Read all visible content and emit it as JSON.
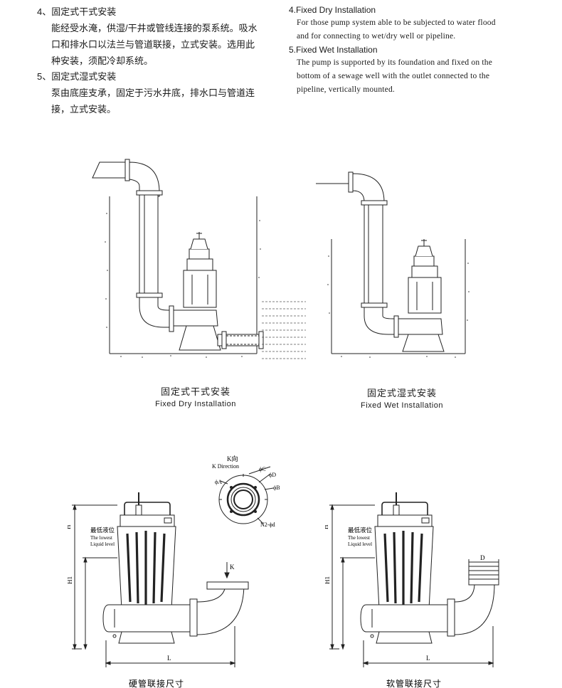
{
  "zh": {
    "item4_title": "4、固定式干式安装",
    "item4_lines": [
      "能经受水淹，供湿/干井或管线连接的泵系统。吸水",
      "口和排水口以法兰与管道联接，立式安装。选用此",
      "种安装，须配冷却系统。"
    ],
    "item5_title": "5、固定式湿式安装",
    "item5_lines": [
      "泵由底座支承，固定于污水井底，排水口与管道连",
      "接，立式安装。"
    ]
  },
  "en": {
    "item4_title": "4.Fixed Dry Installation",
    "item4_lines": [
      "For those pump system able to be subjected to water flood",
      "and for connecting to wet/dry well or pipeline."
    ],
    "item5_title": "5.Fixed Wet Installation",
    "item5_lines": [
      "The pump is supported by its foundation and fixed on the",
      "bottom of a sewage well with the outlet connected to the",
      "pipeline, vertically mounted."
    ]
  },
  "figures": {
    "dry": {
      "caption_zh": "固定式干式安装",
      "caption_en": "Fixed Dry Installation"
    },
    "wet": {
      "caption_zh": "固定式湿式安装",
      "caption_en": "Fixed Wet Installation"
    },
    "k_view": {
      "title_zh": "K向",
      "title_en": "K Direction",
      "phi_a": "ϕA",
      "phi_b": "ϕB",
      "phi_c": "ϕC",
      "phi_d": "ϕD",
      "bolts": "N2-ϕd"
    },
    "hard": {
      "caption_zh": "硬管联接尺寸",
      "lowest_zh": "最低液位",
      "lowest_en1": "The lowest",
      "lowest_en2": "Liquid level",
      "dim_h": "H",
      "dim_h1": "H1",
      "dim_l": "L",
      "dim_k": "K"
    },
    "soft": {
      "caption_zh": "软管联接尺寸",
      "lowest_zh": "最低液位",
      "lowest_en1": "The lowest",
      "lowest_en2": "Liquid level",
      "dim_h": "H",
      "dim_h1": "H1",
      "dim_l": "L",
      "dim_d": "D"
    }
  }
}
